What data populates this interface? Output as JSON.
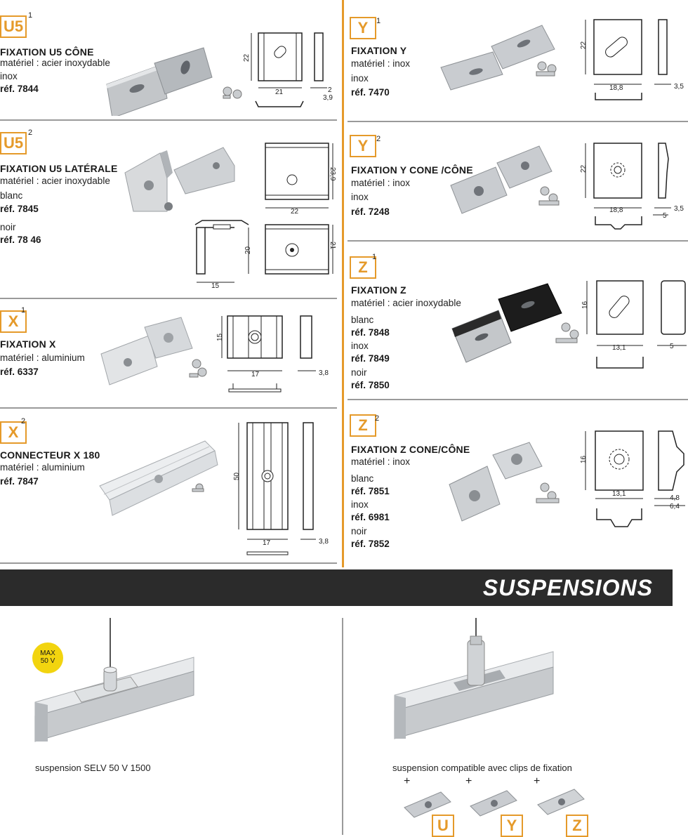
{
  "colors": {
    "accent": "#e59a2a",
    "banner": "#2b2b2b",
    "steel": "#b8bcc0",
    "black_finish": "#1c1c1c"
  },
  "items": {
    "u5_1": {
      "badge": "U5",
      "sup": "1",
      "title": "FIXATION U5 CÔNE",
      "lines": [
        "matériel : acier inoxydable",
        "inox"
      ],
      "refs": [
        "réf. 7844"
      ],
      "dims": [
        "22",
        "21",
        "2",
        "3,9"
      ]
    },
    "u5_2": {
      "badge": "U5",
      "sup": "2",
      "title": "FIXATION U5 LATÉRALE",
      "lines": [
        "matériel : acier inoxydable",
        "blanc",
        "noir"
      ],
      "refs": [
        "réf. 7845",
        "réf. 78 46"
      ],
      "dims": [
        "23,9",
        "22",
        "20",
        "15",
        "21"
      ]
    },
    "x_1": {
      "badge": "X",
      "sup": "1",
      "title": "FIXATION X",
      "lines": [
        "matériel : aluminium"
      ],
      "refs": [
        "réf. 6337"
      ],
      "dims": [
        "15",
        "17",
        "3,8"
      ]
    },
    "x_2": {
      "badge": "X",
      "sup": "2",
      "title": "CONNECTEUR X 180",
      "lines": [
        "matériel : aluminium"
      ],
      "refs": [
        "réf. 7847"
      ],
      "dims": [
        "50",
        "17",
        "3,8"
      ]
    },
    "y_1": {
      "badge": "Y",
      "sup": "1",
      "title": "FIXATION Y",
      "lines": [
        "matériel : inox",
        "inox"
      ],
      "refs": [
        "réf. 7470"
      ],
      "dims": [
        "22",
        "18,8",
        "3,5"
      ]
    },
    "y_2": {
      "badge": "Y",
      "sup": "2",
      "title": "FIXATION Y  CONE /CÔNE",
      "lines": [
        "matériel : inox",
        "inox"
      ],
      "refs": [
        "réf. 7248"
      ],
      "dims": [
        "22",
        "18,8",
        "3,5",
        "5"
      ]
    },
    "z_1": {
      "badge": "Z",
      "sup": "1",
      "title": "FIXATION Z",
      "lines": [
        "matériel : acier inoxydable",
        "blanc",
        "inox",
        "noir"
      ],
      "refs": [
        "réf. 7848",
        "réf. 7849",
        "réf. 7850"
      ],
      "dims": [
        "16",
        "13,1",
        "5"
      ]
    },
    "z_2": {
      "badge": "Z",
      "sup": "2",
      "title": "FIXATION Z CONE/CÔNE",
      "lines": [
        "matériel : inox",
        "blanc",
        "inox",
        "noir"
      ],
      "refs": [
        "réf. 7851",
        "réf. 6981",
        "réf. 7852"
      ],
      "dims": [
        "16",
        "13,1",
        "4,8",
        "6,4"
      ]
    }
  },
  "banner": {
    "title": "SUSPENSIONS"
  },
  "suspension": {
    "max_badge": [
      "MAX",
      "50 V"
    ],
    "caption_left": "suspension SELV 50 V 1500",
    "caption_right": "suspension compatible avec clips de fixation",
    "plus": "+",
    "clip_letters": [
      "U",
      "Y",
      "Z"
    ]
  }
}
